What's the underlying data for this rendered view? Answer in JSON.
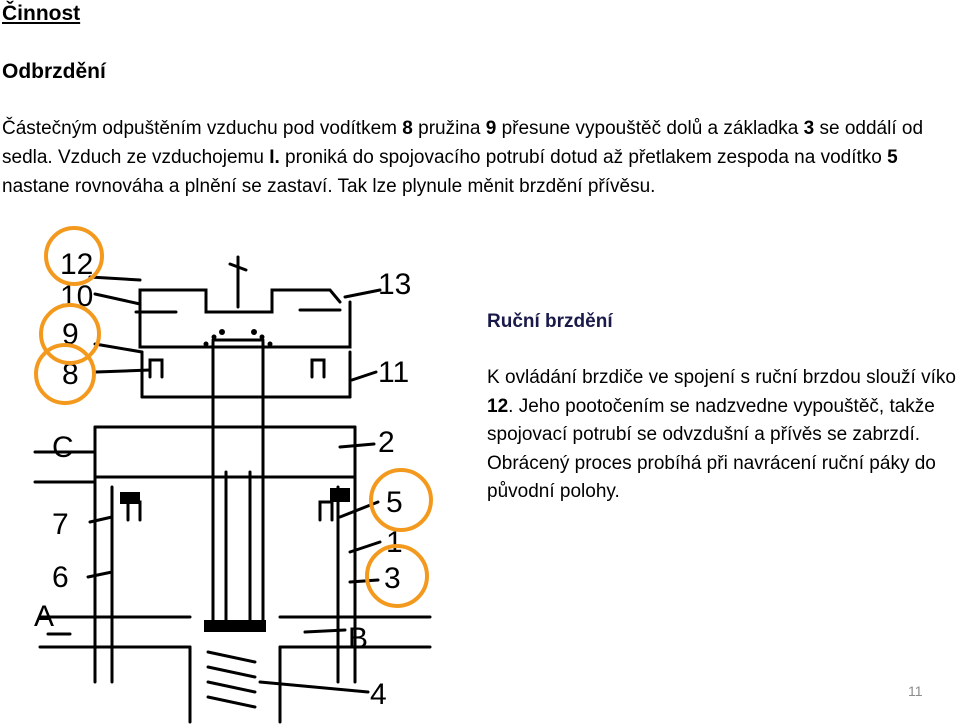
{
  "slide": {
    "title": "Činnost",
    "subtitle": "Odbrzdění",
    "paragraph": {
      "p1": "Částečným odpuštěním vzduchu pod vodítkem ",
      "b1": "8",
      "p2": " pružina ",
      "b2": "9",
      "p3": " přesune vypouštěč dolů a základka ",
      "b3": "3",
      "p4": " se oddálí od sedla. Vzduch ze vzduchojemu ",
      "b4": "I.",
      "p5": " proniká do spojovacího potrubí dotud až přetlakem zespoda na vodítko ",
      "b5": "5",
      "p6": " nastane rovnováha a plnění se zastaví. Tak lze plynule měnit brzdění přívěsu."
    },
    "side_title": "Ruční brzdění",
    "side_text": {
      "t1": "K ovládání brzdiče ve spojení s ruční brzdou slouží víko ",
      "b1": "12",
      "t2": ". Jeho pootočením se nadzvedne vypouštěč, takže spojovací potrubí se odvzdušní a přívěs se zabrzdí. Obrácený proces probíhá při navrácení ruční páky do původní polohy."
    },
    "page_number": "11"
  },
  "diagram": {
    "labels": {
      "l12": "12",
      "l10": "10",
      "l9": "9",
      "l8": "8",
      "l13": "13",
      "l11": "11",
      "lC": "C",
      "l2": "2",
      "l5": "5",
      "l7": "7",
      "l1": "1",
      "l6": "6",
      "l3": "3",
      "lA": "A",
      "lB": "B",
      "l4": "4"
    },
    "highlight_color": "#f39a1e"
  }
}
